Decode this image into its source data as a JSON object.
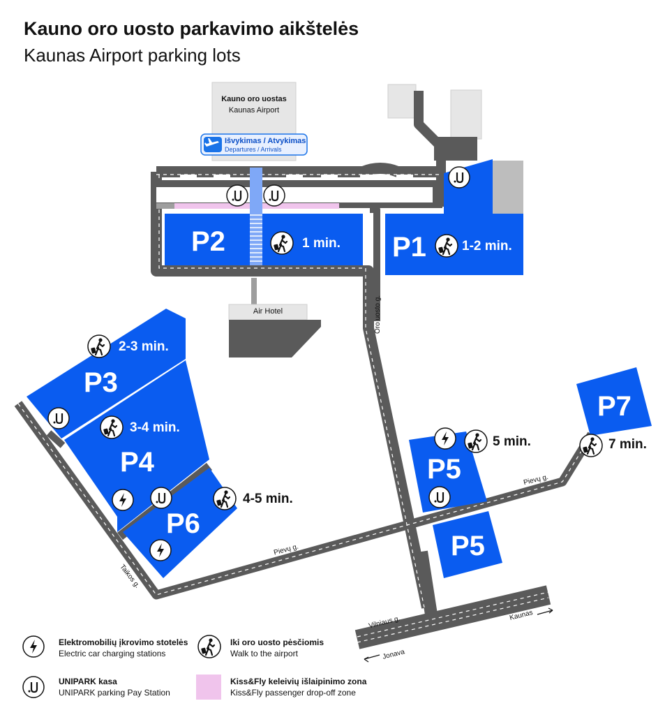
{
  "title": {
    "lt": "Kauno oro uosto parkavimo aikštelės",
    "en": "Kaunas Airport parking lots"
  },
  "terminal": {
    "name_lt": "Kauno oro uostas",
    "name_en": "Kaunas Airport",
    "departures_lt": "Išvykimas / Atvykimas",
    "departures_en": "Departures / Arrivals"
  },
  "hotel": "Air Hotel",
  "parking": [
    {
      "id": "P1",
      "walk": "1-2 min."
    },
    {
      "id": "P2",
      "walk": "1 min."
    },
    {
      "id": "P3",
      "walk": "2-3 min."
    },
    {
      "id": "P4",
      "walk": "3-4 min."
    },
    {
      "id": "P5",
      "walk": "5 min."
    },
    {
      "id": "P5",
      "walk": ""
    },
    {
      "id": "P6",
      "walk": "4-5 min."
    },
    {
      "id": "P7",
      "walk": "7 min."
    }
  ],
  "streets": {
    "oro_uosto": "Oro uosto g.",
    "pievu_1": "Pievų g.",
    "pievu_2": "Pievų g.",
    "taikos": "Taikos g.",
    "vilniaus": "Vilniaus g.",
    "kaunas": "Kaunas",
    "jonava": "Jonava"
  },
  "legend": [
    {
      "icon": "bolt-icon",
      "lt": "Elektromobilių įkrovimo stotelės",
      "en": "Electric car charging stations"
    },
    {
      "icon": "walk-icon",
      "lt": "Iki oro uosto pėsčiomis",
      "en": "Walk to the airport"
    },
    {
      "icon": "unipark-icon",
      "lt": "UNIPARK kasa",
      "en": "UNIPARK parking Pay Station"
    },
    {
      "icon": "kissfly-swatch",
      "lt": "Kiss&Fly keleivių išlaipinimo zona",
      "en": "Kiss&Fly passenger drop-off zone"
    }
  ],
  "colors": {
    "parking": "#0a5cf0",
    "road": "#5a5a5a",
    "building": "#e6e6e6",
    "kissfly": "#f0c4ec"
  },
  "unipark_symbol": ".U"
}
